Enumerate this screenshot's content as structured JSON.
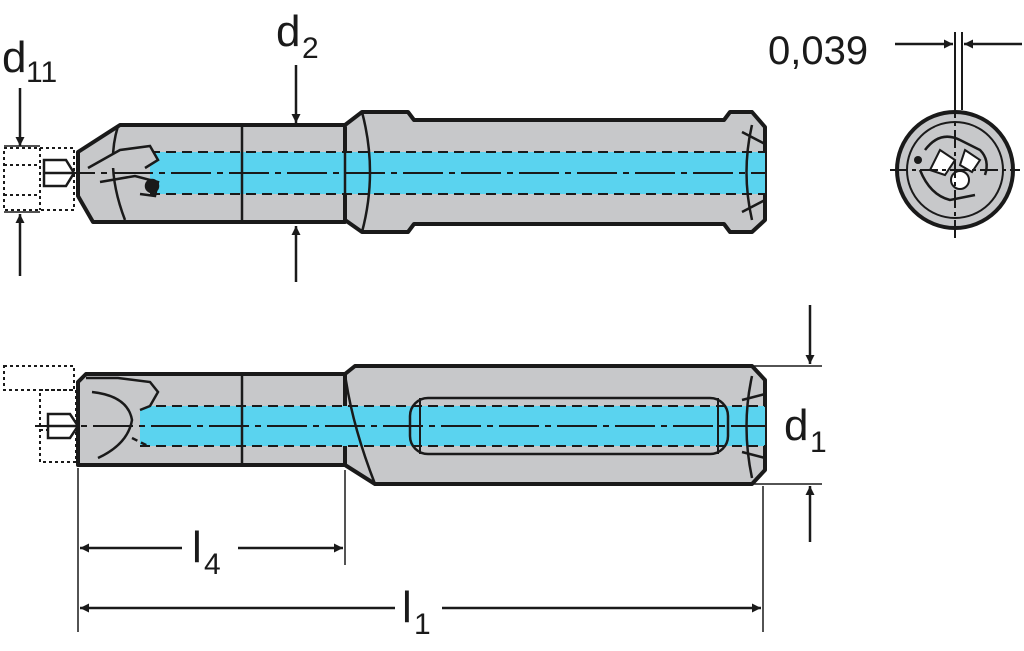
{
  "diagram": {
    "type": "technical drawing",
    "subject": "boring bar with coolant channel",
    "colors": {
      "body": "#c7c8ca",
      "outline": "#1a1a1a",
      "coolant": "#5ad3ef",
      "background": "#ffffff"
    }
  },
  "labels": {
    "d11": {
      "main": "d",
      "sub": "11"
    },
    "d2": {
      "main": "d",
      "sub": "2"
    },
    "d1": {
      "main": "d",
      "sub": "1"
    },
    "l4": {
      "main": "l",
      "sub": "4"
    },
    "l1": {
      "main": "l",
      "sub": "1"
    },
    "offset": "0,039"
  }
}
